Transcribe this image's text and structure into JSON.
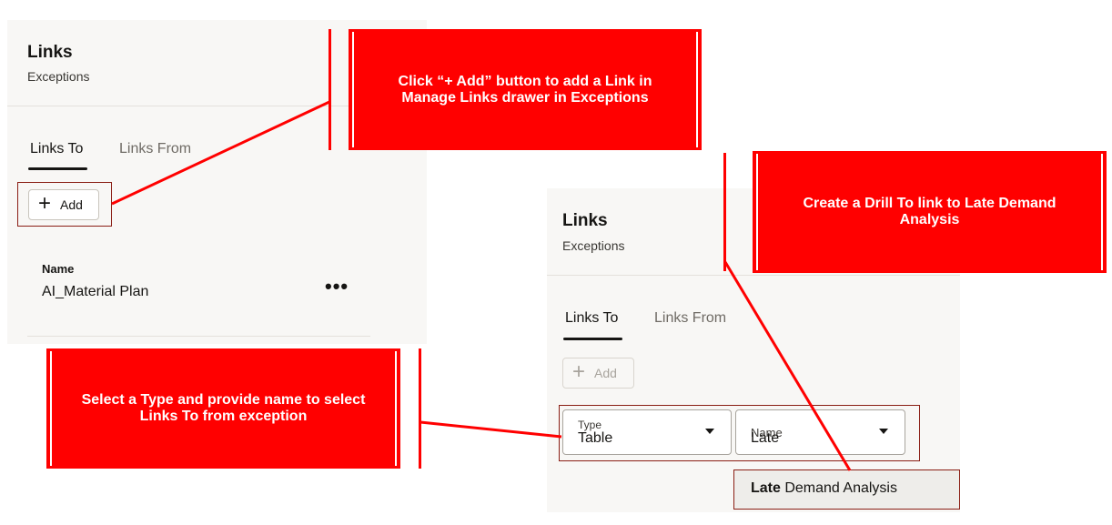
{
  "colors": {
    "callout": "#ff0000",
    "panel_bg": "#f8f7f5"
  },
  "panel_a": {
    "title": "Links",
    "subtitle": "Exceptions",
    "tabs": [
      {
        "label": "Links To",
        "active": true
      },
      {
        "label": "Links From",
        "active": false
      }
    ],
    "add_label": "Add",
    "column_header": "Name",
    "row_value": "AI_Material Plan",
    "more_glyph": "•••"
  },
  "panel_b": {
    "title": "Links",
    "subtitle": "Exceptions",
    "tabs": [
      {
        "label": "Links To",
        "active": true
      },
      {
        "label": "Links From",
        "active": false
      }
    ],
    "add_label": "Add",
    "type_select": {
      "label": "Type",
      "value": "Table"
    },
    "name_select": {
      "label": "Name",
      "value": "Late"
    },
    "suggestion": {
      "match": "Late",
      "rest": " Demand Analysis"
    }
  },
  "callouts": {
    "add_button": "Click “+ Add” button to add a Link in Manage Links drawer in Exceptions",
    "drill_to": "Create a Drill To link to Late Demand Analysis",
    "select_type": "Select a Type and provide name to select Links To from exception"
  }
}
